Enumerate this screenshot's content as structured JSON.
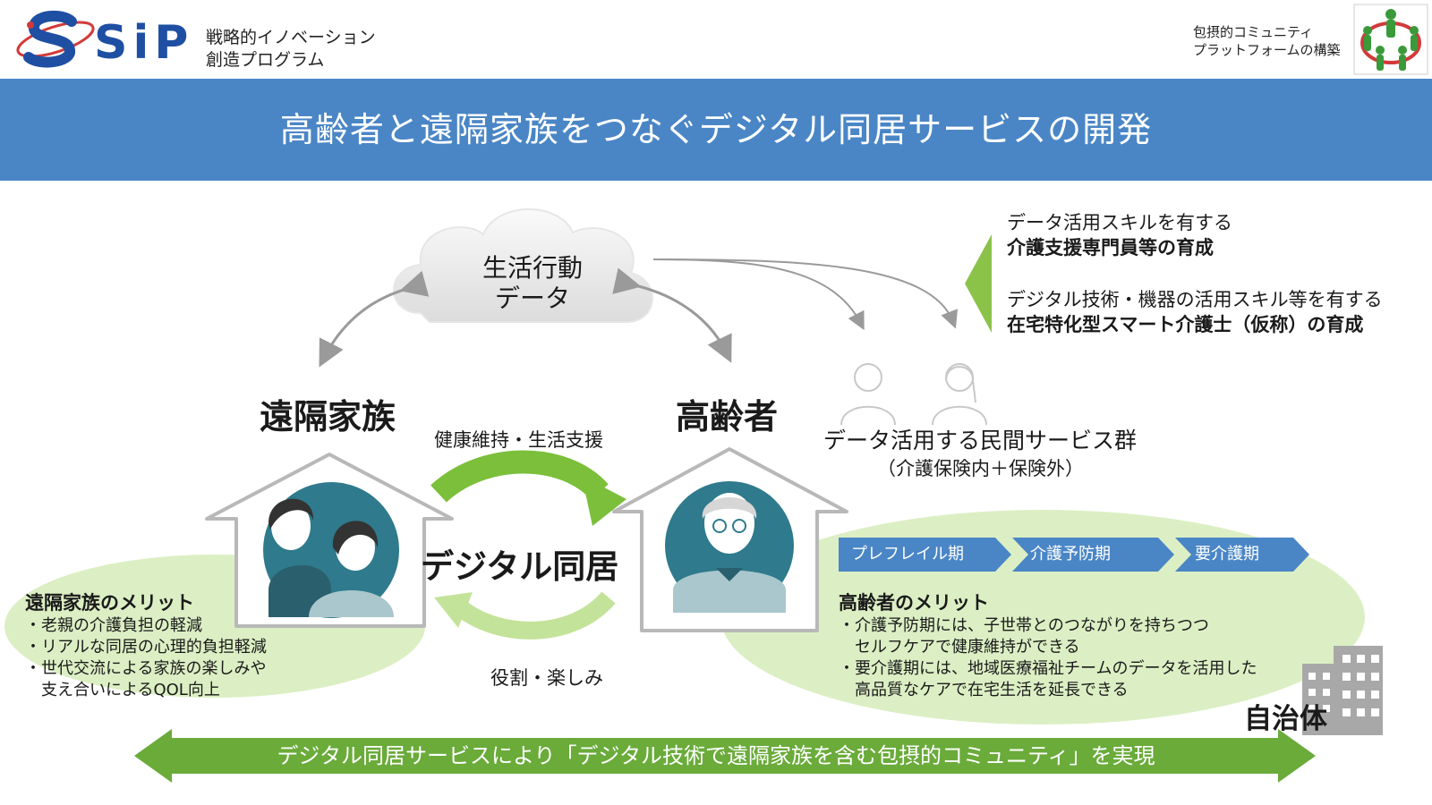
{
  "header": {
    "logo_text": "SiP",
    "logo_sub_line1": "戦略的イノベーション",
    "logo_sub_line2": "創造プログラム",
    "right_line1": "包摂的コミュニティ",
    "right_line2": "プラットフォームの構築"
  },
  "title": "高齢者と遠隔家族をつなぐデジタル同居サービスの開発",
  "cloud": {
    "line1": "生活行動",
    "line2": "データ"
  },
  "remote_family": {
    "label": "遠隔家族",
    "merit_title": "遠隔家族のメリット",
    "merits": [
      "・老親の介護負担の軽減",
      "・リアルな同居の心理的負担軽減",
      "・世代交流による家族の楽しみや",
      "　支え合いによるQOL向上"
    ]
  },
  "elderly": {
    "label": "高齢者",
    "merit_title": "高齢者のメリット",
    "merits": [
      "・介護予防期には、子世帯とのつながりを持ちつつ",
      "　セルフケアで健康維持ができる",
      "・要介護期には、地域医療福祉チームのデータを活用した",
      "　高品質なケアで在宅生活を延長できる"
    ]
  },
  "center": {
    "top_label": "健康維持・生活支援",
    "main_label": "デジタル同居",
    "bottom_label": "役割・楽しみ"
  },
  "services": {
    "line1": "データ活用する民間サービス群",
    "line2": "（介護保険内＋保険外）"
  },
  "training": {
    "item1_line1": "データ活用スキルを有する",
    "item1_line2": "介護支援専門員等の育成",
    "item2_line1": "デジタル技術・機器の活用スキル等を有する",
    "item2_line2": "在宅特化型スマート介護士（仮称）の育成"
  },
  "stages": [
    "プレフレイル期",
    "介護予防期",
    "要介護期"
  ],
  "municipality": "自治体",
  "bottom_banner": "デジタル同居サービスにより「デジタル技術で遠隔家族を含む包摂的コミュニティ」を実現",
  "colors": {
    "title_bg": "#4a86c6",
    "stage_bg": "#4a86c6",
    "green_arrow": "#7bbf3a",
    "green_ellipse": "#dcefc4",
    "banner_green": "#6aab3a",
    "teal": "#2f7a8c"
  }
}
